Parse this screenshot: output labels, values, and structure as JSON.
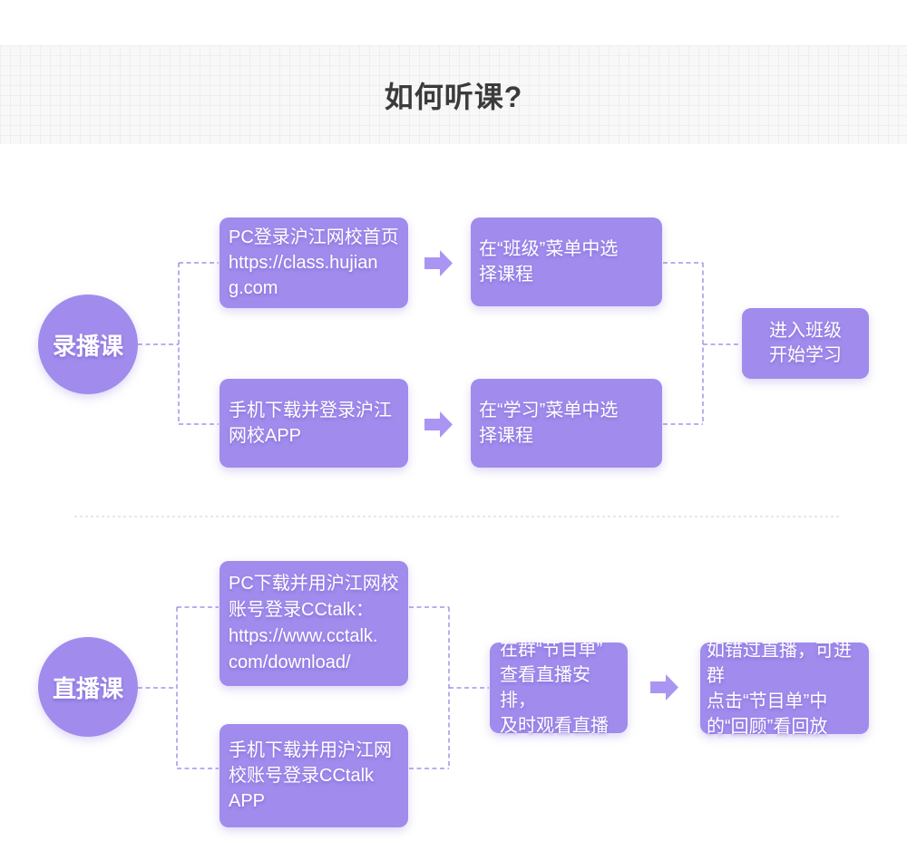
{
  "page": {
    "title": "如何听课?"
  },
  "colors": {
    "node_purple": "#a18bec",
    "arrow_purple": "#ab95f2",
    "connector_purple": "#a592ec",
    "divider_gray": "#d9d9d9",
    "title_text": "#3b3b3b",
    "box_text": "#ffffff",
    "header_band_bg": "#f8f8f8",
    "grid_line": "#eeeeee"
  },
  "recorded_flow": {
    "circle_label": "录播课",
    "pc_box": "PC登录沪江网校首页\nhttps://class.hujian\ng.com",
    "mobile_box": "手机下载并登录沪江\n网校APP",
    "pc_step2_box": "在“班级”菜单中选\n择课程",
    "mobile_step2_box": "在“学习”菜单中选\n择课程",
    "final_box": "进入班级\n开始学习"
  },
  "live_flow": {
    "circle_label": "直播课",
    "pc_box": "PC下载并用沪江网校\n账号登录CCtalk：\nhttps://www.cctalk.\ncom/download/",
    "mobile_box": "手机下载并用沪江网\n校账号登录CCtalk\nAPP",
    "schedule_box": "在群“节目单”\n查看直播安排，\n及时观看直播",
    "replay_box": "如错过直播，可进群\n点击“节目单”中\n的“回顾”看回放"
  }
}
